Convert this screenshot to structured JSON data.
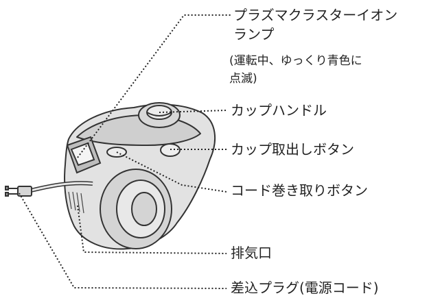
{
  "labels": {
    "lamp_line1": "プラズマクラスターイオン",
    "lamp_line2": "ランプ",
    "lamp_note1": "(運転中、ゆっくり青色に",
    "lamp_note2": "点滅)",
    "cup_handle": "カップハンドル",
    "cup_release_button": "カップ取出しボタン",
    "cord_rewind_button": "コード巻き取りボタン",
    "exhaust": "排気口",
    "power_plug": "差込プラグ(電源コード)"
  },
  "colors": {
    "text": "#222222",
    "leader_line": "#222222",
    "body_fill": "#e2e2e2",
    "body_stroke": "#333333"
  }
}
